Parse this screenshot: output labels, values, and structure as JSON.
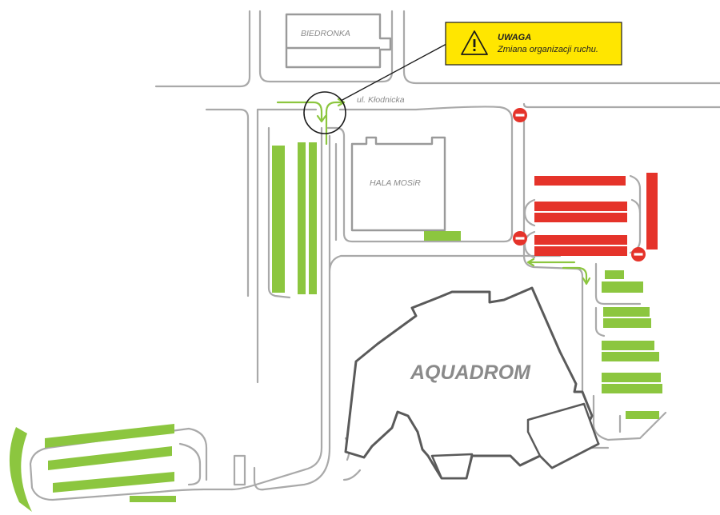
{
  "labels": {
    "store": "BIEDRONKA",
    "street": "ul. Kłodnicka",
    "hall": "HALA MOSiR",
    "pool": "AQUADROM"
  },
  "notice": {
    "title": "UWAGA",
    "message": "Zmiana organizacji ruchu.",
    "icon": "warning-triangle-icon",
    "background": "#ffe600"
  },
  "colors": {
    "open_parking": "#8cc63f",
    "closed_parking": "#e5332a",
    "roads": "#a9a9a9",
    "aquadrom_outline": "#5a5a5a"
  },
  "icons": {
    "no_entry": "no-entry-sign-icon",
    "traffic_arrow": "traffic-direction-arrow-icon"
  }
}
